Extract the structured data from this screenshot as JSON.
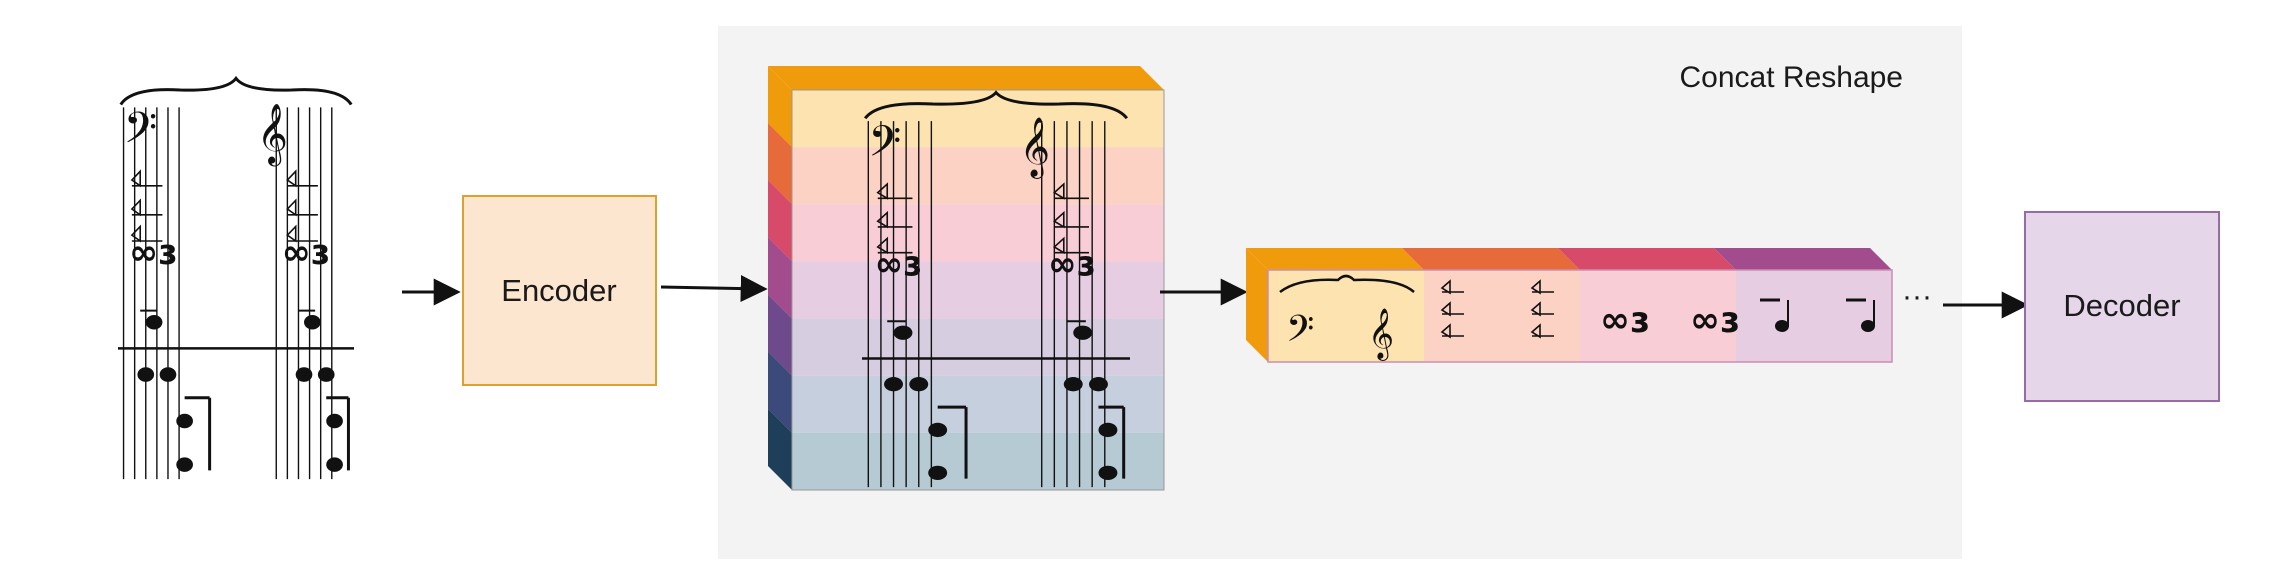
{
  "labels": {
    "encoder": "Encoder",
    "decoder": "Decoder",
    "panel_title": "Concat Reshape",
    "continuation": "···"
  },
  "colors": {
    "encoder_fill": "#fde6cf",
    "encoder_stroke": "#e0a030",
    "decoder_fill": "#e6d6ea",
    "decoder_stroke": "#9a6aa8",
    "panel_bg": "#f3f3f3",
    "stack_bands": [
      "#fde3b0",
      "#fcd2c4",
      "#f8cdd6",
      "#e6cde2",
      "#d7cde0",
      "#c6cfdd",
      "#b6cad4"
    ],
    "stack_side": [
      "#ef9b0c",
      "#e76a3a",
      "#d84a6a",
      "#a24c8e",
      "#6e4a8c",
      "#3b4a7a",
      "#1f3e5a"
    ],
    "strip_segments": [
      "#fde3b0",
      "#fcd2c4",
      "#f8cdd6",
      "#e6cde2"
    ],
    "strip_top": [
      "#ef9b0c",
      "#e76a3a",
      "#d84a6a",
      "#a24c8e"
    ]
  },
  "icons": [
    "music-score-icon",
    "arrow-right-icon"
  ]
}
